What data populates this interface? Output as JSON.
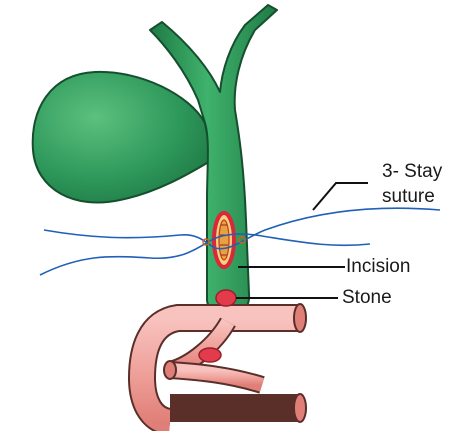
{
  "labels": {
    "stay_suture_line1": "3- Stay",
    "stay_suture_line2": "suture",
    "incision": "Incision",
    "stone": "Stone"
  },
  "colors": {
    "duct_fill": "#2fa060",
    "duct_dark": "#1b6a3e",
    "gallbladder_fill": "#2f9a5c",
    "suture": "#2060b8",
    "stone": "#e23c4c",
    "incision_rim": "#d8283a",
    "duodenum_fill": "#f2a7a2",
    "duodenum_outline": "#5a2f2a",
    "leader_line": "#111111"
  }
}
